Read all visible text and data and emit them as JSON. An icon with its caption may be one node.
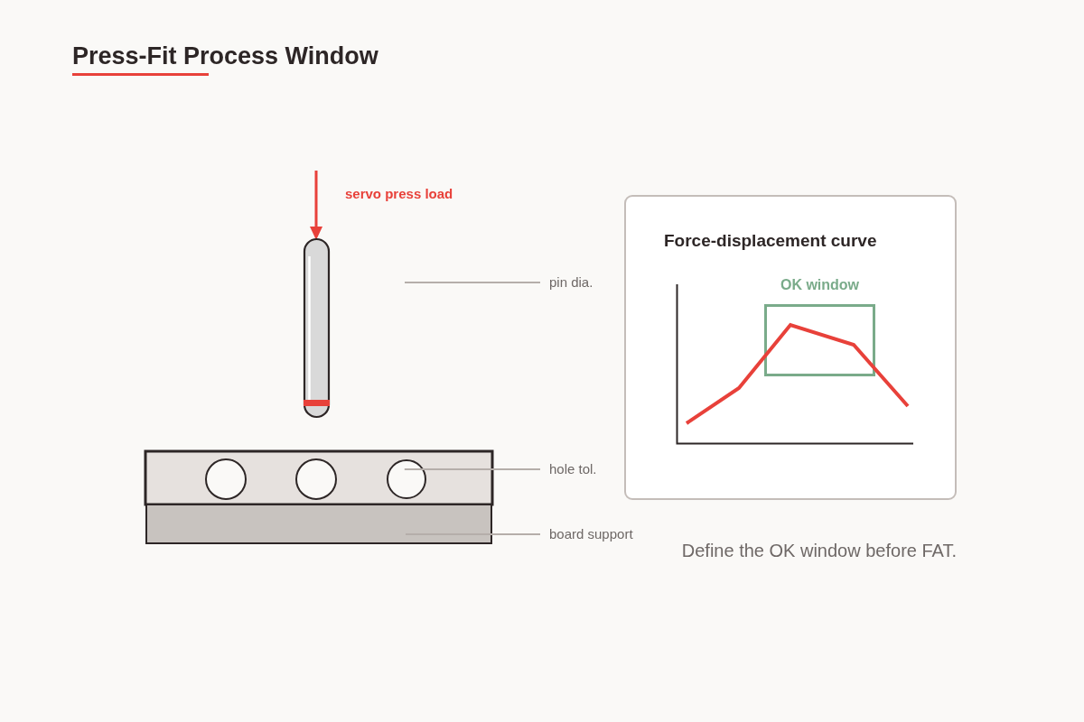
{
  "diagram": {
    "title": "Press-Fit Process Window",
    "nodes": [
      {
        "text": [
          "pin dia."
        ]
      },
      {
        "text": [
          "hole tol."
        ]
      },
      {
        "text": [],
        "shape": "circle"
      },
      {
        "text": [
          "board support"
        ]
      },
      {
        "text": [],
        "shape": "box"
      },
      {
        "text": [
          "Force-displacement curve"
        ]
      },
      {
        "text": [
          "OK window"
        ],
        "in": 5
      }
    ],
    "edges": [
      {
        "from": 0,
        "to": null,
        "arrow": "none"
      },
      {
        "from": 1,
        "to": 2,
        "arrow": "none"
      },
      {
        "from": 3,
        "to": 4,
        "arrow": "none"
      }
    ],
    "labels": [
      "servo press load",
      "Define the OK window before FAT."
    ]
  }
}
